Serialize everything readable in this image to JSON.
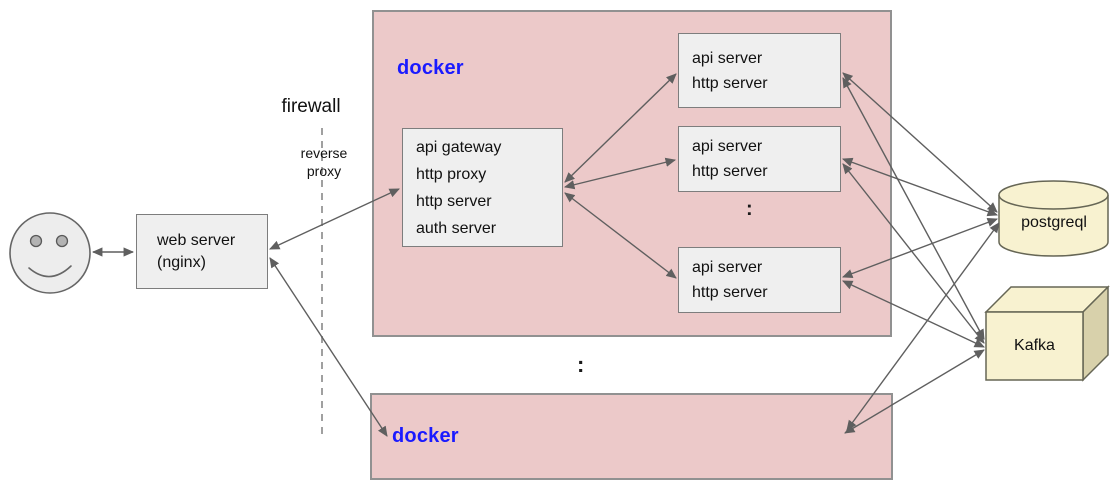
{
  "colors": {
    "container_fill": "#ecc9c9",
    "container_border": "#919191",
    "node_fill": "#efefef",
    "node_border": "#7d7d7d",
    "store_fill": "#f8f2d0",
    "store_side_fill": "#d8d1ab",
    "store_border": "#666655",
    "arrow_color": "#5f5f5f",
    "docker_label_color": "#1a1aff",
    "dashed_line_color": "#a0a0a0",
    "text_color": "#111111"
  },
  "containers": {
    "docker_top": {
      "label": "docker"
    },
    "docker_bottom": {
      "label": "docker"
    }
  },
  "nodes": {
    "user": {
      "type": "smiley-face"
    },
    "web_server": {
      "lines": [
        "web server",
        "(nginx)"
      ]
    },
    "api_gateway": {
      "lines": [
        "api gateway",
        "http proxy",
        "http server",
        "auth server"
      ]
    },
    "api_server_1": {
      "lines": [
        "api server",
        "http server"
      ]
    },
    "api_server_2": {
      "lines": [
        "api server",
        "http server"
      ]
    },
    "api_server_3": {
      "lines": [
        "api server",
        "http server"
      ]
    },
    "postgres": {
      "label": "postgreql"
    },
    "kafka": {
      "label": "Kafka"
    }
  },
  "annotations": {
    "firewall": "firewall",
    "reverse_proxy_line1": "reverse",
    "reverse_proxy_line2": "proxy",
    "api_servers_ellipsis": ":",
    "docker_ellipsis": ":"
  },
  "edges": [
    {
      "from": "user",
      "to": "web-server",
      "bidirectional": true
    },
    {
      "from": "web-server",
      "to": "api-gateway",
      "bidirectional": true
    },
    {
      "from": "web-server",
      "to": "docker-bottom",
      "bidirectional": true
    },
    {
      "from": "api-gateway",
      "to": "api-server-1",
      "bidirectional": true
    },
    {
      "from": "api-gateway",
      "to": "api-server-2",
      "bidirectional": true
    },
    {
      "from": "api-gateway",
      "to": "api-server-3",
      "bidirectional": true
    },
    {
      "from": "api-server-1",
      "to": "postgres",
      "bidirectional": true
    },
    {
      "from": "api-server-1",
      "to": "kafka",
      "bidirectional": true
    },
    {
      "from": "api-server-2",
      "to": "postgres",
      "bidirectional": true
    },
    {
      "from": "api-server-2",
      "to": "kafka",
      "bidirectional": true
    },
    {
      "from": "api-server-3",
      "to": "postgres",
      "bidirectional": true
    },
    {
      "from": "api-server-3",
      "to": "kafka",
      "bidirectional": true
    },
    {
      "from": "docker-bottom",
      "to": "postgres",
      "bidirectional": true
    },
    {
      "from": "docker-bottom",
      "to": "kafka",
      "bidirectional": true
    }
  ]
}
